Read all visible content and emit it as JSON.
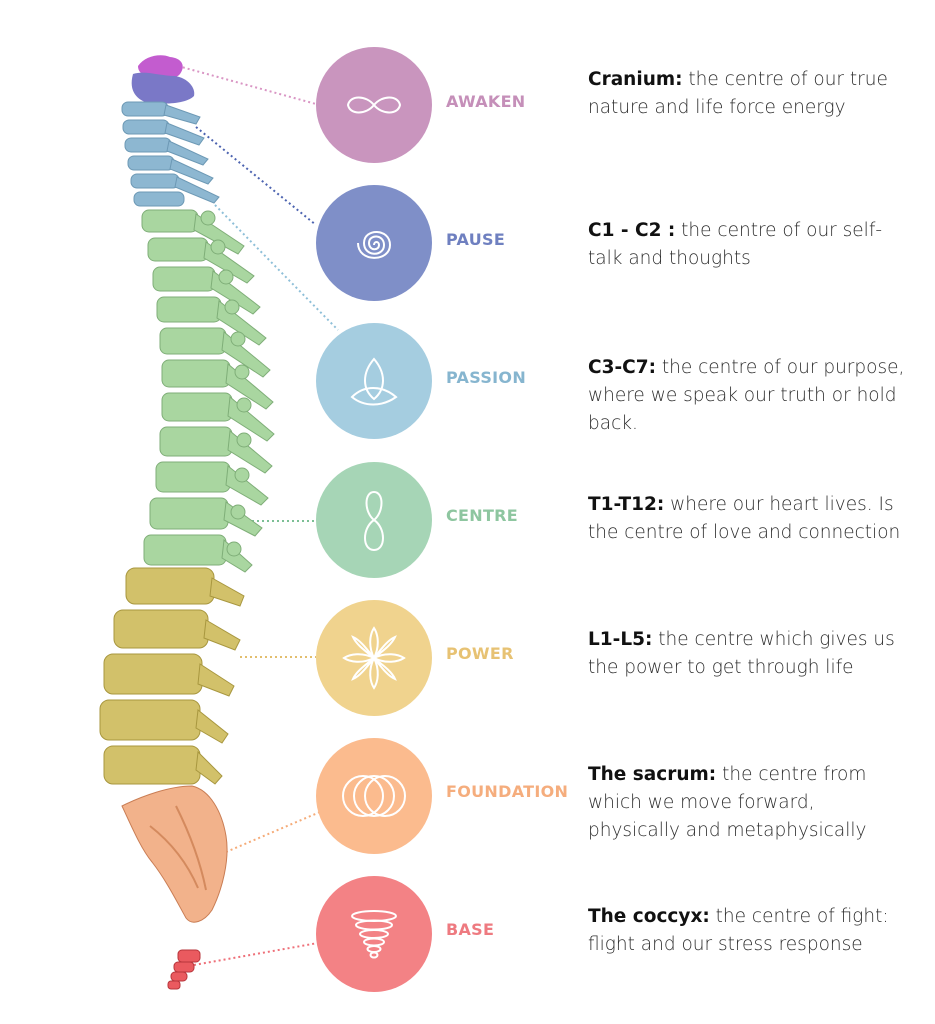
{
  "centres": [
    {
      "label": "AWAKEN",
      "color": "#c995be",
      "label_color": "#c58fb9",
      "icon": "infinity-icon",
      "term": "Cranium:",
      "text": " the centre of our true nature and life force energy"
    },
    {
      "label": "PAUSE",
      "color": "#7f8fc8",
      "label_color": "#6f80c0",
      "icon": "spiral-icon",
      "term": "C1 - C2 :",
      "text": " the centre of our self-talk and thoughts"
    },
    {
      "label": "PASSION",
      "color": "#a5cde0",
      "label_color": "#86b5cf",
      "icon": "triquetra-icon",
      "term": "C3-C7:",
      "text": " the centre of our purpose, where we speak our truth or hold back."
    },
    {
      "label": "CENTRE",
      "color": "#a6d5b6",
      "label_color": "#8ec6a0",
      "icon": "figure-eight-icon",
      "term": "T1-T12:",
      "text": " where our heart lives. Is the centre of love and connection"
    },
    {
      "label": "POWER",
      "color": "#f0d38e",
      "label_color": "#e7c273",
      "icon": "flower-icon",
      "term": "L1-L5:",
      "text": " the centre which gives us the power to get through life"
    },
    {
      "label": "FOUNDATION",
      "color": "#fbbb8e",
      "label_color": "#f5ad7d",
      "icon": "interlocking-rings-icon",
      "term": "The sacrum:",
      "text": " the centre from which we move forward, physically and metaphysically"
    },
    {
      "label": "BASE",
      "color": "#f38285",
      "label_color": "#ee7a80",
      "icon": "vortex-icon",
      "term": "The coccyx:",
      "text": " the centre of fight: flight and our stress response"
    }
  ]
}
